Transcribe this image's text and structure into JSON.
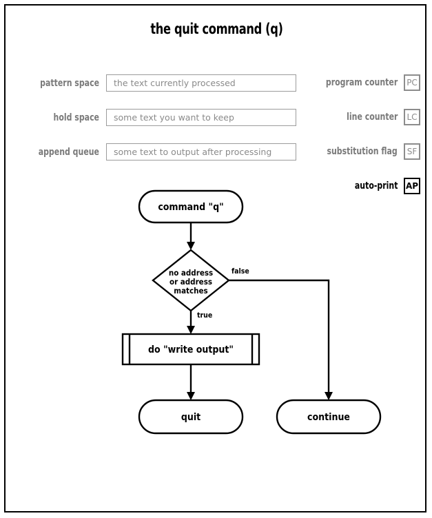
{
  "page": {
    "title": "the quit command (q)"
  },
  "state_rows": [
    {
      "label": "pattern space",
      "placeholder": "the text currently processed"
    },
    {
      "label": "hold space",
      "placeholder": "some text you want to keep"
    },
    {
      "label": "append queue",
      "placeholder": "some text to output after processing"
    }
  ],
  "flags": [
    {
      "label": "program counter",
      "badge": "PC",
      "active": false
    },
    {
      "label": "line counter",
      "badge": "LC",
      "active": false
    },
    {
      "label": "substitution flag",
      "badge": "SF",
      "active": false
    },
    {
      "label": "auto-print",
      "badge": "AP",
      "active": true
    }
  ],
  "flowchart": {
    "start": "command \"q\"",
    "decision": {
      "line1": "no address",
      "line2": "or address",
      "line3": "matches"
    },
    "process": "do \"write output\"",
    "end_true": "quit",
    "end_false": "continue",
    "label_true": "true",
    "label_false": "false"
  },
  "colors": {
    "ink": "#000000",
    "muted": "#7a7a7a",
    "field_border": "#9b9b9b",
    "placeholder": "#8a8a8a",
    "badge_inactive": "#8c8c8c",
    "page_bg": "#ffffff"
  }
}
